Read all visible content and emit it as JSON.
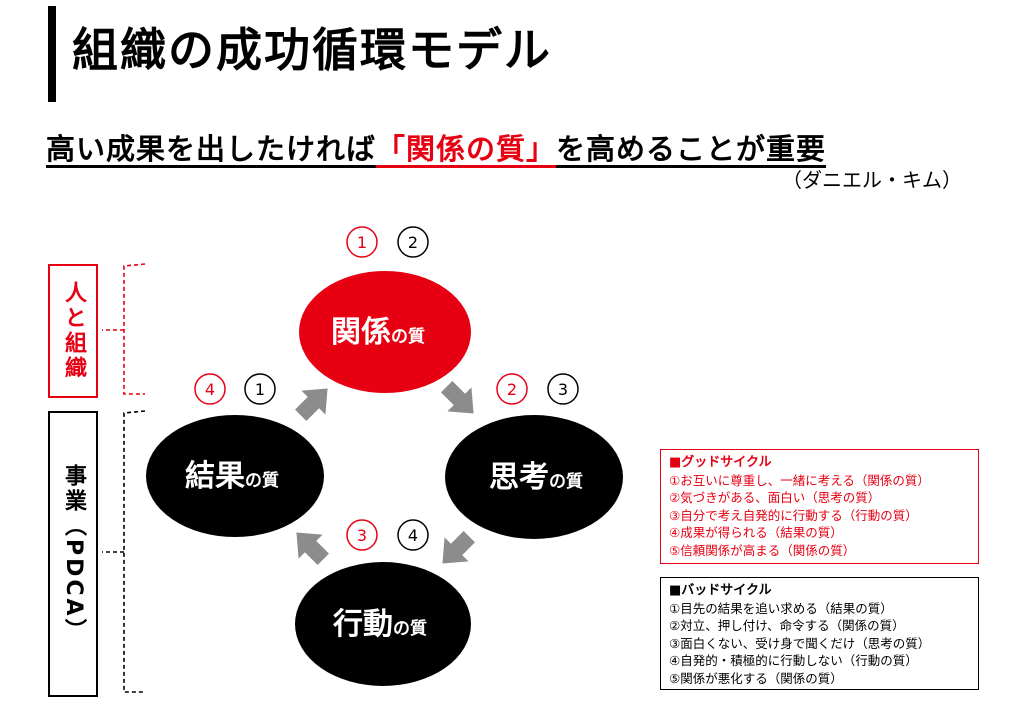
{
  "title": "組織の成功循環モデル",
  "subtitle": {
    "before": "高い成果を出したければ",
    "highlight": "「関係の質」",
    "after": "を高めることが重要"
  },
  "attribution": "（ダニエル・キム）",
  "side_labels": {
    "people": "人と組織",
    "business": "事業（PDCA）"
  },
  "nodes": {
    "relationship": {
      "main": "関係",
      "suffix": "の質",
      "badge_good": "1",
      "badge_bad": "2"
    },
    "thinking": {
      "main": "思考",
      "suffix": "の質",
      "badge_good": "2",
      "badge_bad": "3"
    },
    "action": {
      "main": "行動",
      "suffix": "の質",
      "badge_good": "3",
      "badge_bad": "4"
    },
    "result": {
      "main": "結果",
      "suffix": "の質",
      "badge_good": "4",
      "badge_bad": "1"
    }
  },
  "good_cycle": {
    "heading": "■グッドサイクル",
    "items": [
      "①お互いに尊重し、一緒に考える（関係の質）",
      "②気づきがある、面白い（思考の質）",
      "③自分で考え自発的に行動する（行動の質）",
      "④成果が得られる（結果の質）",
      "⑤信頼関係が高まる（関係の質）"
    ]
  },
  "bad_cycle": {
    "heading": "■バッドサイクル",
    "items": [
      "①目先の結果を追い求める（結果の質）",
      "②対立、押し付け、命令する（関係の質）",
      "③面白くない、受け身で聞くだけ（思考の質）",
      "④自発的・積極的に行動しない（行動の質）",
      "⑤関係が悪化する（関係の質）"
    ]
  },
  "colors": {
    "accent_red": "#e60012",
    "node_dark": "#000000",
    "arrow_gray": "#8c8c8c"
  }
}
